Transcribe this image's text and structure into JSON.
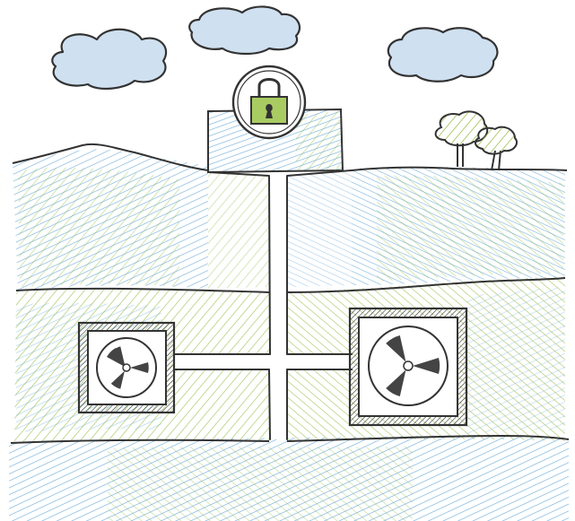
{
  "colors": {
    "ink": "#333333",
    "sky_cloud": "#cfe0f0",
    "hatch_blue": "#6aaad8",
    "hatch_green": "#8cb83a",
    "lock_green": "#a9cc62",
    "background": "#ffffff"
  },
  "icons": {
    "clouds": "cloud-icon",
    "lock": "padlock-icon",
    "hazard": "radiation-trefoil-icon",
    "trees": "tree-icon"
  },
  "scene": {
    "surface_facility": "entrance-building-with-lock",
    "shaft": "vertical-access-shaft",
    "repositories": 2,
    "rock_layers": 3
  }
}
